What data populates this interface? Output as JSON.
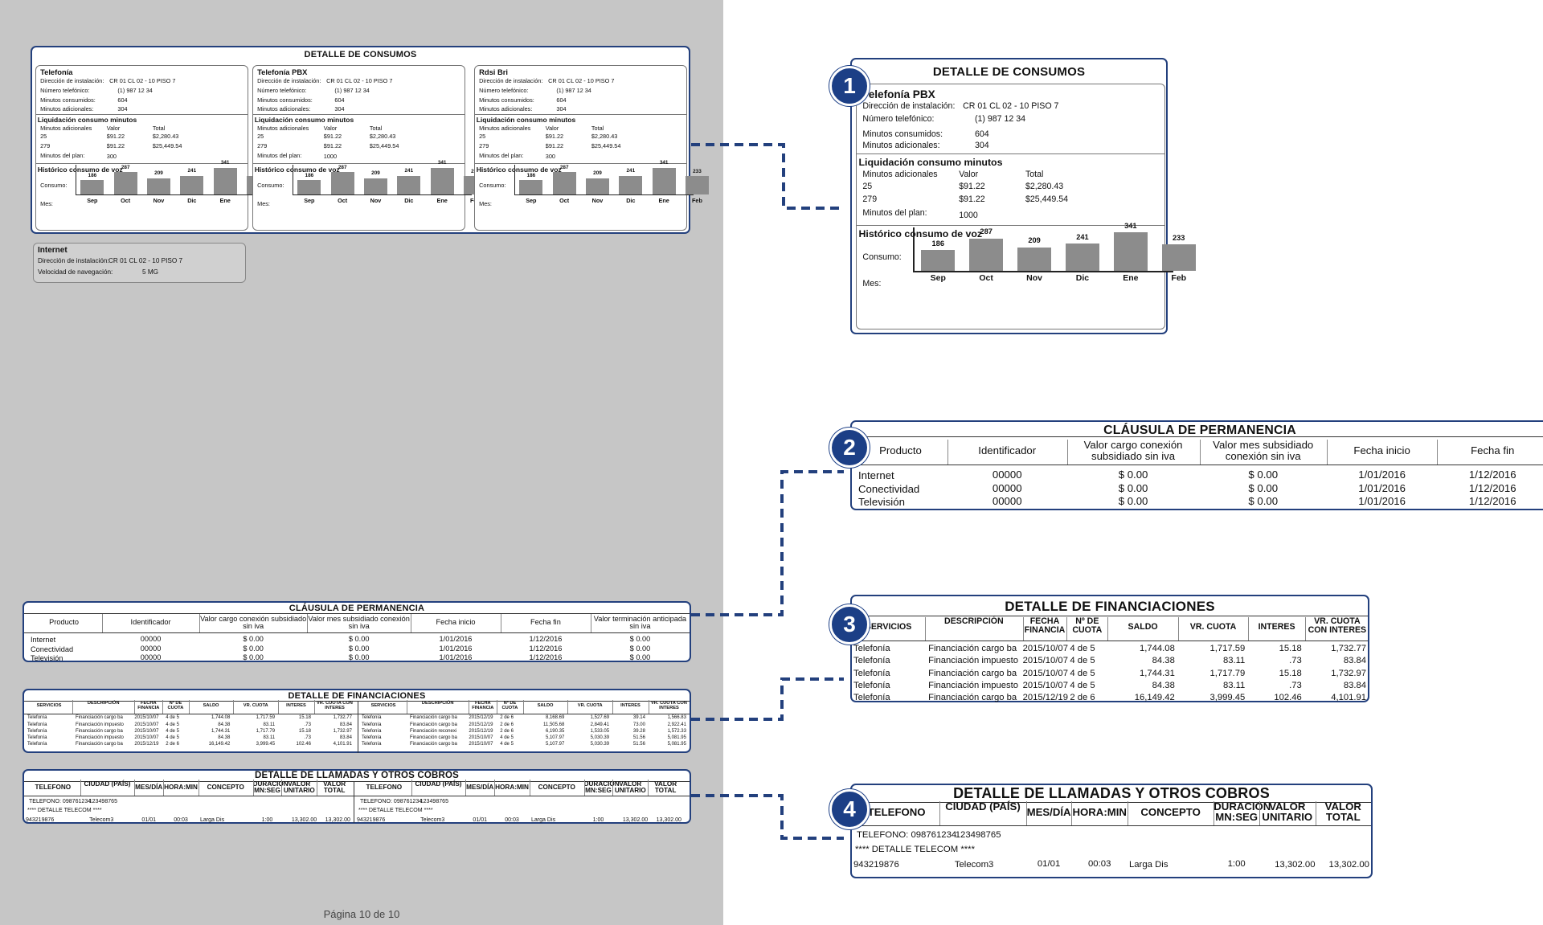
{
  "consumos": {
    "title": "DETALLE DE CONSUMOS",
    "labels": {
      "direccion": "Dirección de instalación:",
      "numero": "Número telefónico:",
      "consumidos": "Minutos consumidos:",
      "adicionales": "Minutos adicionales:",
      "liquidacion": "Liquidación consumo minutos",
      "min_adic_col": "Minutos adicionales",
      "valor_col": "Valor",
      "total_col": "Total",
      "minutos_plan": "Minutos del plan:",
      "historico": "Histórico consumo de voz",
      "consumo": "Consumo:",
      "mes": "Mes:"
    },
    "services": [
      {
        "name": "Telefonía",
        "direccion": "CR 01 CL 02 - 10 PISO 7",
        "numero": "(1) 987 12 34",
        "consumidos": "604",
        "adicionales": "304",
        "rows": [
          [
            "25",
            "$91.22",
            "$2,280.43"
          ],
          [
            "279",
            "$91.22",
            "$25,449.54"
          ]
        ],
        "plan": "300"
      },
      {
        "name": "Telefonía PBX",
        "direccion": "CR 01 CL 02 - 10 PISO 7",
        "numero": "(1) 987 12 34",
        "consumidos": "604",
        "adicionales": "304",
        "rows": [
          [
            "25",
            "$91.22",
            "$2,280.43"
          ],
          [
            "279",
            "$91.22",
            "$25,449.54"
          ]
        ],
        "plan": "1000"
      },
      {
        "name": "Rdsi Bri",
        "direccion": "CR 01 CL 02 - 10 PISO 7",
        "numero": "(1) 987 12 34",
        "consumidos": "604",
        "adicionales": "304",
        "rows": [
          [
            "25",
            "$91.22",
            "$2,280.43"
          ],
          [
            "279",
            "$91.22",
            "$25,449.54"
          ]
        ],
        "plan": "300"
      }
    ],
    "internet": {
      "name": "Internet",
      "dir_label": "Dirección de instalación:",
      "direccion": "CR 01 CL 02 - 10 PISO 7",
      "vel_label": "Velocidad de navegación:",
      "velocidad": "5 MG"
    }
  },
  "chart_data": {
    "type": "bar",
    "title": "Histórico consumo de voz",
    "xlabel": "Mes:",
    "ylabel": "Consumo:",
    "categories": [
      "Sep",
      "Oct",
      "Nov",
      "Dic",
      "Ene",
      "Feb"
    ],
    "values": [
      186,
      287,
      209,
      241,
      341,
      233
    ],
    "ylim": [
      0,
      341
    ]
  },
  "permanencia": {
    "title": "CLÁUSULA DE PERMANENCIA",
    "headers": [
      "Producto",
      "Identificador",
      "Valor cargo conexión subsidiado sin iva",
      "Valor mes subsidiado conexión sin iva",
      "Fecha inicio",
      "Fecha fin",
      "Valor terminación anticipada sin iva"
    ],
    "rows": [
      [
        "Internet",
        "00000",
        "$ 0.00",
        "$ 0.00",
        "1/01/2016",
        "1/12/2016",
        "$ 0.00"
      ],
      [
        "Conectividad",
        "00000",
        "$ 0.00",
        "$ 0.00",
        "1/01/2016",
        "1/12/2016",
        "$ 0.00"
      ],
      [
        "Televisión",
        "00000",
        "$ 0.00",
        "$ 0.00",
        "1/01/2016",
        "1/12/2016",
        "$ 0.00"
      ]
    ]
  },
  "financiaciones": {
    "title": "DETALLE DE FINANCIACIONES",
    "headers": [
      "SERVICIOS",
      "DESCRIPCIÓN",
      "FECHA FINANCIA",
      "Nº DE CUOTA",
      "SALDO",
      "VR. CUOTA",
      "INTERES",
      "VR. CUOTA CON INTERES"
    ],
    "rows_left": [
      [
        "Telefonía",
        "Financiación cargo ba",
        "2015/10/07",
        "4 de 5",
        "1,744.08",
        "1,717.59",
        "15.18",
        "1,732.77"
      ],
      [
        "Telefonía",
        "Financiación impuesto",
        "2015/10/07",
        "4 de 5",
        "84.38",
        "83.11",
        ".73",
        "83.84"
      ],
      [
        "Telefonía",
        "Financiación cargo ba",
        "2015/10/07",
        "4 de 5",
        "1,744.31",
        "1,717.79",
        "15.18",
        "1,732.97"
      ],
      [
        "Telefonía",
        "Financiación impuesto",
        "2015/10/07",
        "4 de 5",
        "84.38",
        "83.11",
        ".73",
        "83.84"
      ],
      [
        "Telefonía",
        "Financiación cargo ba",
        "2015/12/19",
        "2 de 6",
        "16,149.42",
        "3,999.45",
        "102.46",
        "4,101.91"
      ]
    ],
    "rows_right": [
      [
        "Telefonía",
        "Financiación cargo ba",
        "2015/12/19",
        "2 de 6",
        "8,168.69",
        "1,527.69",
        "39.14",
        "1,566.83"
      ],
      [
        "Telefonía",
        "Financiación cargo ba",
        "2015/12/19",
        "2 de 6",
        "11,505.68",
        "2,849.41",
        "73.00",
        "2,922.41"
      ],
      [
        "Telefonía",
        "Financiación reconexi",
        "2015/12/19",
        "2 de 6",
        "6,190.35",
        "1,533.05",
        "39.28",
        "1,572.33"
      ],
      [
        "Telefonía",
        "Financiación cargo ba",
        "2015/10/07",
        "4 de 5",
        "5,107.97",
        "5,030.39",
        "51.56",
        "5,081.95"
      ],
      [
        "Telefonía",
        "Financiación cargo ba",
        "2015/10/07",
        "4 de 5",
        "5,107.97",
        "5,030.39",
        "51.56",
        "5,081.95"
      ]
    ]
  },
  "llamadas": {
    "title": "DETALLE DE LLAMADAS Y OTROS COBROS",
    "headers": [
      "TELEFONO",
      "CIUDAD (PAÍS)",
      "MES/DÍA",
      "HORA:MIN",
      "CONCEPTO",
      "DURACION MN:SEG",
      "VALOR UNITARIO",
      "VALOR TOTAL"
    ],
    "telefono_line": "TELEFONO: 098761234",
    "telefono_num": "123498765",
    "detalle": "**** DETALLE TELECOM ****",
    "row": [
      "943219876",
      "Telecom3",
      "01/01",
      "00:03",
      "Larga Dis",
      "1:00",
      "13,302.00",
      "13,302.00"
    ]
  },
  "callouts": [
    "1",
    "2",
    "3",
    "4"
  ],
  "footer": "Página 10 de 10",
  "colors": {
    "frame": "#23407d",
    "badge": "#1c3f86",
    "page_bg": "#c6c6c6",
    "bar": "#8c8c8c"
  }
}
